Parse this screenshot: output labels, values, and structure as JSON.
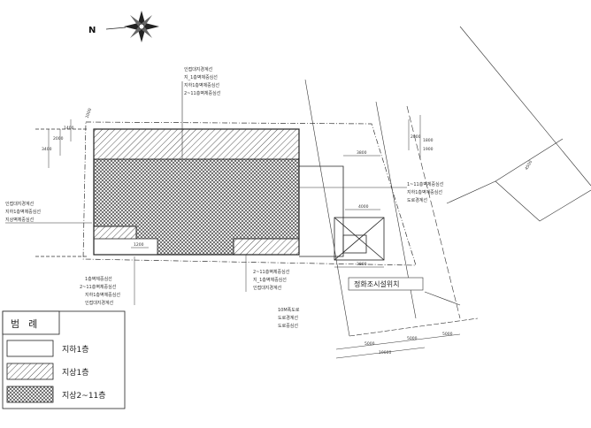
{
  "compass": {
    "label": "N"
  },
  "labels_top": [
    "인접대지경계선",
    "지_1층벽체중심선",
    "지하1층벽체중심선",
    "2~11층벽체중심선"
  ],
  "labels_left": [
    "인접대지경계선",
    "지하1층벽체중심선",
    "지상벽체중심선"
  ],
  "labels_right": [
    "1~11층벽체중심선",
    "지하1층벽체중심선",
    "도로경계선"
  ],
  "labels_bottom_right": [
    "2~11층벽체중심선",
    "지_1층벽체중심선",
    "인접대지경계선"
  ],
  "labels_bottom_left": [
    "1층벽체중심선",
    "2~11층벽체중심선",
    "지하1층벽체중심선",
    "인접대지경계선"
  ],
  "labels_road": [
    "10M폭도로",
    "도로경계선",
    "도로중심선"
  ],
  "facility_label": "정화조시설위치",
  "dimensions": {
    "top_left_v1": "3400",
    "top_left_v2": "2000",
    "top_left_v3": "1400",
    "top_right_v1": "2000",
    "top_right_v2": "1800",
    "top_right_v3": "1900",
    "right_h1": "3800",
    "right_box": "4000",
    "right_h2": "3800",
    "bottom_small": "1200",
    "road_1": "5000",
    "road_2": "5000",
    "road_3": "5000",
    "road_total": "10000",
    "diag_top": "4500",
    "diag_left": "1000"
  },
  "legend": {
    "title": "범례",
    "items": [
      {
        "label": "지하1층",
        "fill": "none"
      },
      {
        "label": "지상1층",
        "fill": "diagonal"
      },
      {
        "label": "지상2~11층",
        "fill": "cross"
      }
    ]
  }
}
